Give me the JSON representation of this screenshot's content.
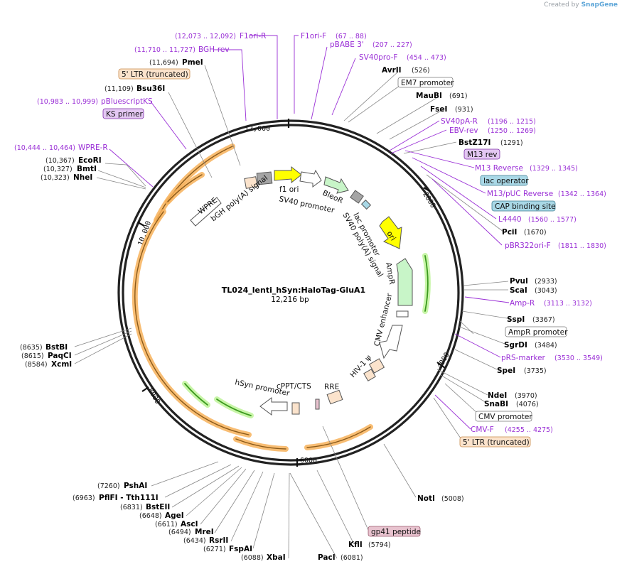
{
  "credit": {
    "prefix": "Created by",
    "brand": "SnapGene"
  },
  "plasmid": {
    "name": "TL024_lenti_hSyn:HaloTag-GluA1",
    "size": "12,216 bp",
    "length": 12216
  },
  "ticks": [
    "2000",
    "4000",
    "6000",
    "8000",
    "10,000",
    "12,000"
  ],
  "enzymes": [
    {
      "name": "PmeI",
      "pos": "(11,694)",
      "loc": 11694
    },
    {
      "name": "Bsu36I",
      "pos": "(11,109)",
      "loc": 11109
    },
    {
      "name": "EcoRI",
      "pos": "(10,367)",
      "loc": 10367
    },
    {
      "name": "BmtI",
      "pos": "(10,327)",
      "loc": 10327
    },
    {
      "name": "NheI",
      "pos": "(10,323)",
      "loc": 10323
    },
    {
      "name": "BstBI",
      "pos": "(8635)",
      "loc": 8635
    },
    {
      "name": "PaqCI",
      "pos": "(8615)",
      "loc": 8615
    },
    {
      "name": "XcmI",
      "pos": "(8584)",
      "loc": 8584
    },
    {
      "name": "PshAI",
      "pos": "(7260)",
      "loc": 7260
    },
    {
      "name": "PflFI - Tth111I",
      "pos": "(6963)",
      "loc": 6963
    },
    {
      "name": "BstEII",
      "pos": "(6831)",
      "loc": 6831
    },
    {
      "name": "AgeI",
      "pos": "(6648)",
      "loc": 6648
    },
    {
      "name": "AscI",
      "pos": "(6611)",
      "loc": 6611
    },
    {
      "name": "MreI",
      "pos": "(6494)",
      "loc": 6494
    },
    {
      "name": "RsrII",
      "pos": "(6434)",
      "loc": 6434
    },
    {
      "name": "FspAI",
      "pos": "(6271)",
      "loc": 6271
    },
    {
      "name": "XbaI",
      "pos": "(6088)",
      "loc": 6088
    },
    {
      "name": "PacI",
      "pos": "(6081)",
      "loc": 6081
    },
    {
      "name": "KflI",
      "pos": "(5794)",
      "loc": 5794
    },
    {
      "name": "NotI",
      "pos": "(5008)",
      "loc": 5008
    },
    {
      "name": "NdeI",
      "pos": "(3970)",
      "loc": 3970
    },
    {
      "name": "SnaBI",
      "pos": "(4076)",
      "loc": 4076
    },
    {
      "name": "SpeI",
      "pos": "(3735)",
      "loc": 3735
    },
    {
      "name": "SgrDI",
      "pos": "(3484)",
      "loc": 3484
    },
    {
      "name": "SspI",
      "pos": "(3367)",
      "loc": 3367
    },
    {
      "name": "ScaI",
      "pos": "(3043)",
      "loc": 3043
    },
    {
      "name": "PvuI",
      "pos": "(2933)",
      "loc": 2933
    },
    {
      "name": "PciI",
      "pos": "(1670)",
      "loc": 1670
    },
    {
      "name": "BstZ17I",
      "pos": "(1291)",
      "loc": 1291
    },
    {
      "name": "FseI",
      "pos": "(931)",
      "loc": 931
    },
    {
      "name": "MauBI",
      "pos": "(691)",
      "loc": 691
    },
    {
      "name": "AvrII",
      "pos": "(526)",
      "loc": 526
    }
  ],
  "primers": [
    {
      "name": "F1ori-R",
      "pos": "(12,073 .. 12,092)"
    },
    {
      "name": "F1ori-F",
      "pos": "(67 .. 88)"
    },
    {
      "name": "BGH-rev",
      "pos": "(11,710 .. 11,727)"
    },
    {
      "name": "pBABE 3'",
      "pos": "(207 .. 227)"
    },
    {
      "name": "SV40pro-F",
      "pos": "(454 .. 473)"
    },
    {
      "name": "pBluescriptKS",
      "pos": "(10,983 .. 10,999)"
    },
    {
      "name": "WPRE-R",
      "pos": "(10,444 .. 10,464)"
    },
    {
      "name": "SV40pA-R",
      "pos": "(1196 .. 1215)"
    },
    {
      "name": "EBV-rev",
      "pos": "(1250 .. 1269)"
    },
    {
      "name": "M13 Reverse",
      "pos": "(1329 .. 1345)"
    },
    {
      "name": "M13/pUC Reverse",
      "pos": "(1342 .. 1364)"
    },
    {
      "name": "L4440",
      "pos": "(1560 .. 1577)"
    },
    {
      "name": "pBR322ori-F",
      "pos": "(1811 .. 1830)"
    },
    {
      "name": "Amp-R",
      "pos": "(3113 .. 3132)"
    },
    {
      "name": "pRS-marker",
      "pos": "(3530 .. 3549)"
    },
    {
      "name": "CMV-F",
      "pos": "(4255 .. 4275)"
    }
  ],
  "boxed": [
    {
      "name": "5' LTR (truncated)",
      "color": "#fbe3cc",
      "stroke": "#c98a4a"
    },
    {
      "name": "KS primer",
      "color": "#e4c8f3",
      "stroke": "#7d2fa8"
    },
    {
      "name": "EM7 promoter",
      "color": "#ffffff",
      "stroke": "#777777"
    },
    {
      "name": "M13 rev",
      "color": "#e4c8f3",
      "stroke": "#7d2fa8"
    },
    {
      "name": "lac operator",
      "color": "#a9d8e6",
      "stroke": "#3f7f93"
    },
    {
      "name": "CAP binding site",
      "color": "#a9d8e6",
      "stroke": "#3f7f93"
    },
    {
      "name": "AmpR promoter",
      "color": "#ffffff",
      "stroke": "#777777"
    },
    {
      "name": "CMV promoter",
      "color": "#ffffff",
      "stroke": "#777777"
    },
    {
      "name": "5' LTR (truncated)",
      "color": "#fbe3cc",
      "stroke": "#c98a4a"
    },
    {
      "name": "gp41 peptide",
      "color": "#e8c3cf",
      "stroke": "#9a5a6e"
    }
  ],
  "features": [
    {
      "name": "bGH poly(A) signal"
    },
    {
      "name": "f1 ori"
    },
    {
      "name": "SV40 promoter"
    },
    {
      "name": "BleoR"
    },
    {
      "name": "lac promoter"
    },
    {
      "name": "SV40 poly(A) signal"
    },
    {
      "name": "ori"
    },
    {
      "name": "AmpR"
    },
    {
      "name": "CMV enhancer"
    },
    {
      "name": "HIV-1 ψ"
    },
    {
      "name": "RRE"
    },
    {
      "name": "cPPT/CTS"
    },
    {
      "name": "hSyn promoter"
    },
    {
      "name": "WPRE"
    }
  ],
  "colors": {
    "primer": "#9a2fd6",
    "orf": "#f7b25a",
    "ampr": "#c8f5c8",
    "ori": "#ffff00",
    "f1ori": "#ffffff",
    "green_orf": "#3b9a1e"
  }
}
